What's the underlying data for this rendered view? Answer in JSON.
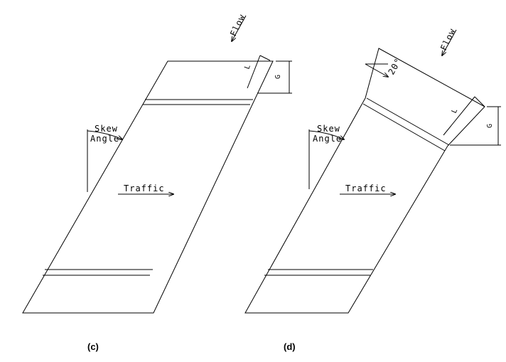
{
  "panel_c": {
    "flow_label": "Flow",
    "skew_label": "Skew",
    "angle_label": "Angle",
    "traffic_label": "Traffic",
    "dim_l": "L",
    "dim_g": "G",
    "caption": "(c)"
  },
  "panel_d": {
    "flow_label": "Flow",
    "skew_label": "Skew",
    "angle_label": "Angle",
    "traffic_label": "Traffic",
    "dim_l": "L",
    "dim_g": "G",
    "angle_value": "20°",
    "caption": "(d)"
  }
}
